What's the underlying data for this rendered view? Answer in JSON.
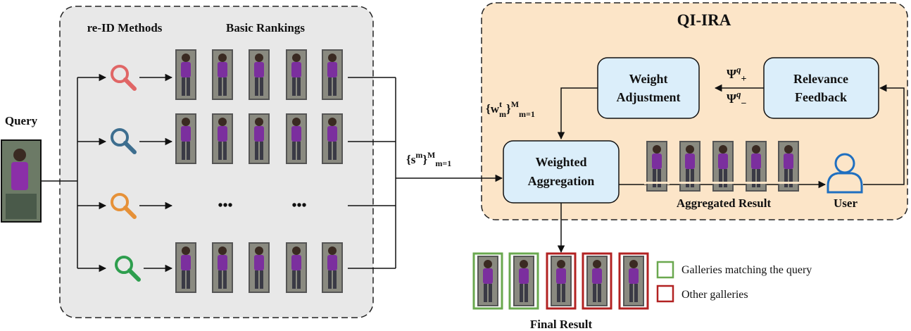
{
  "query_label": "Query",
  "left_panel": {
    "methods_header": "re-ID Methods",
    "rankings_header": "Basic Rankings",
    "ellipsis_a": "•••",
    "ellipsis_b": "•••",
    "method_icons": [
      {
        "name": "magnifier-icon",
        "color": "#e06666"
      },
      {
        "name": "magnifier-icon",
        "color": "#3d6e8f"
      },
      {
        "name": "magnifier-icon",
        "color": "#e69138"
      },
      {
        "name": "magnifier-icon",
        "color": "#2e9e4e"
      }
    ]
  },
  "scores_label": {
    "base": "{s",
    "sup1": "m",
    "mid": "}",
    "sup2": "M",
    "sub": "m=1"
  },
  "qi_ira": {
    "title": "QI-IRA",
    "weight_adjustment": [
      "Weight",
      "Adjustment"
    ],
    "relevance_feedback": [
      "Relevance",
      "Feedback"
    ],
    "weighted_aggregation": [
      "Weighted",
      "Aggregation"
    ],
    "weights_label": {
      "base": "{w",
      "sup1": "t",
      "sub1": "m",
      "mid": "}",
      "sup2": "M",
      "sub2": "m=1"
    },
    "psi_plus": {
      "base": "Ψ",
      "sup": "q",
      "sub": "+"
    },
    "psi_minus": {
      "base": "Ψ",
      "sup": "q",
      "sub": "−"
    },
    "aggregated_result": "Aggregated Result",
    "user_label": "User"
  },
  "final_result": "Final Result",
  "legend": {
    "match": {
      "label": "Galleries matching the query",
      "color": "#6aa84f"
    },
    "other": {
      "label": "Other galleries",
      "color": "#b22222"
    }
  },
  "colors": {
    "left_panel_bg": "#e8e8e8",
    "qi_panel_bg": "#fce5c8",
    "node_fill": "#dbeefa",
    "shirt": "#7b2f9e"
  }
}
